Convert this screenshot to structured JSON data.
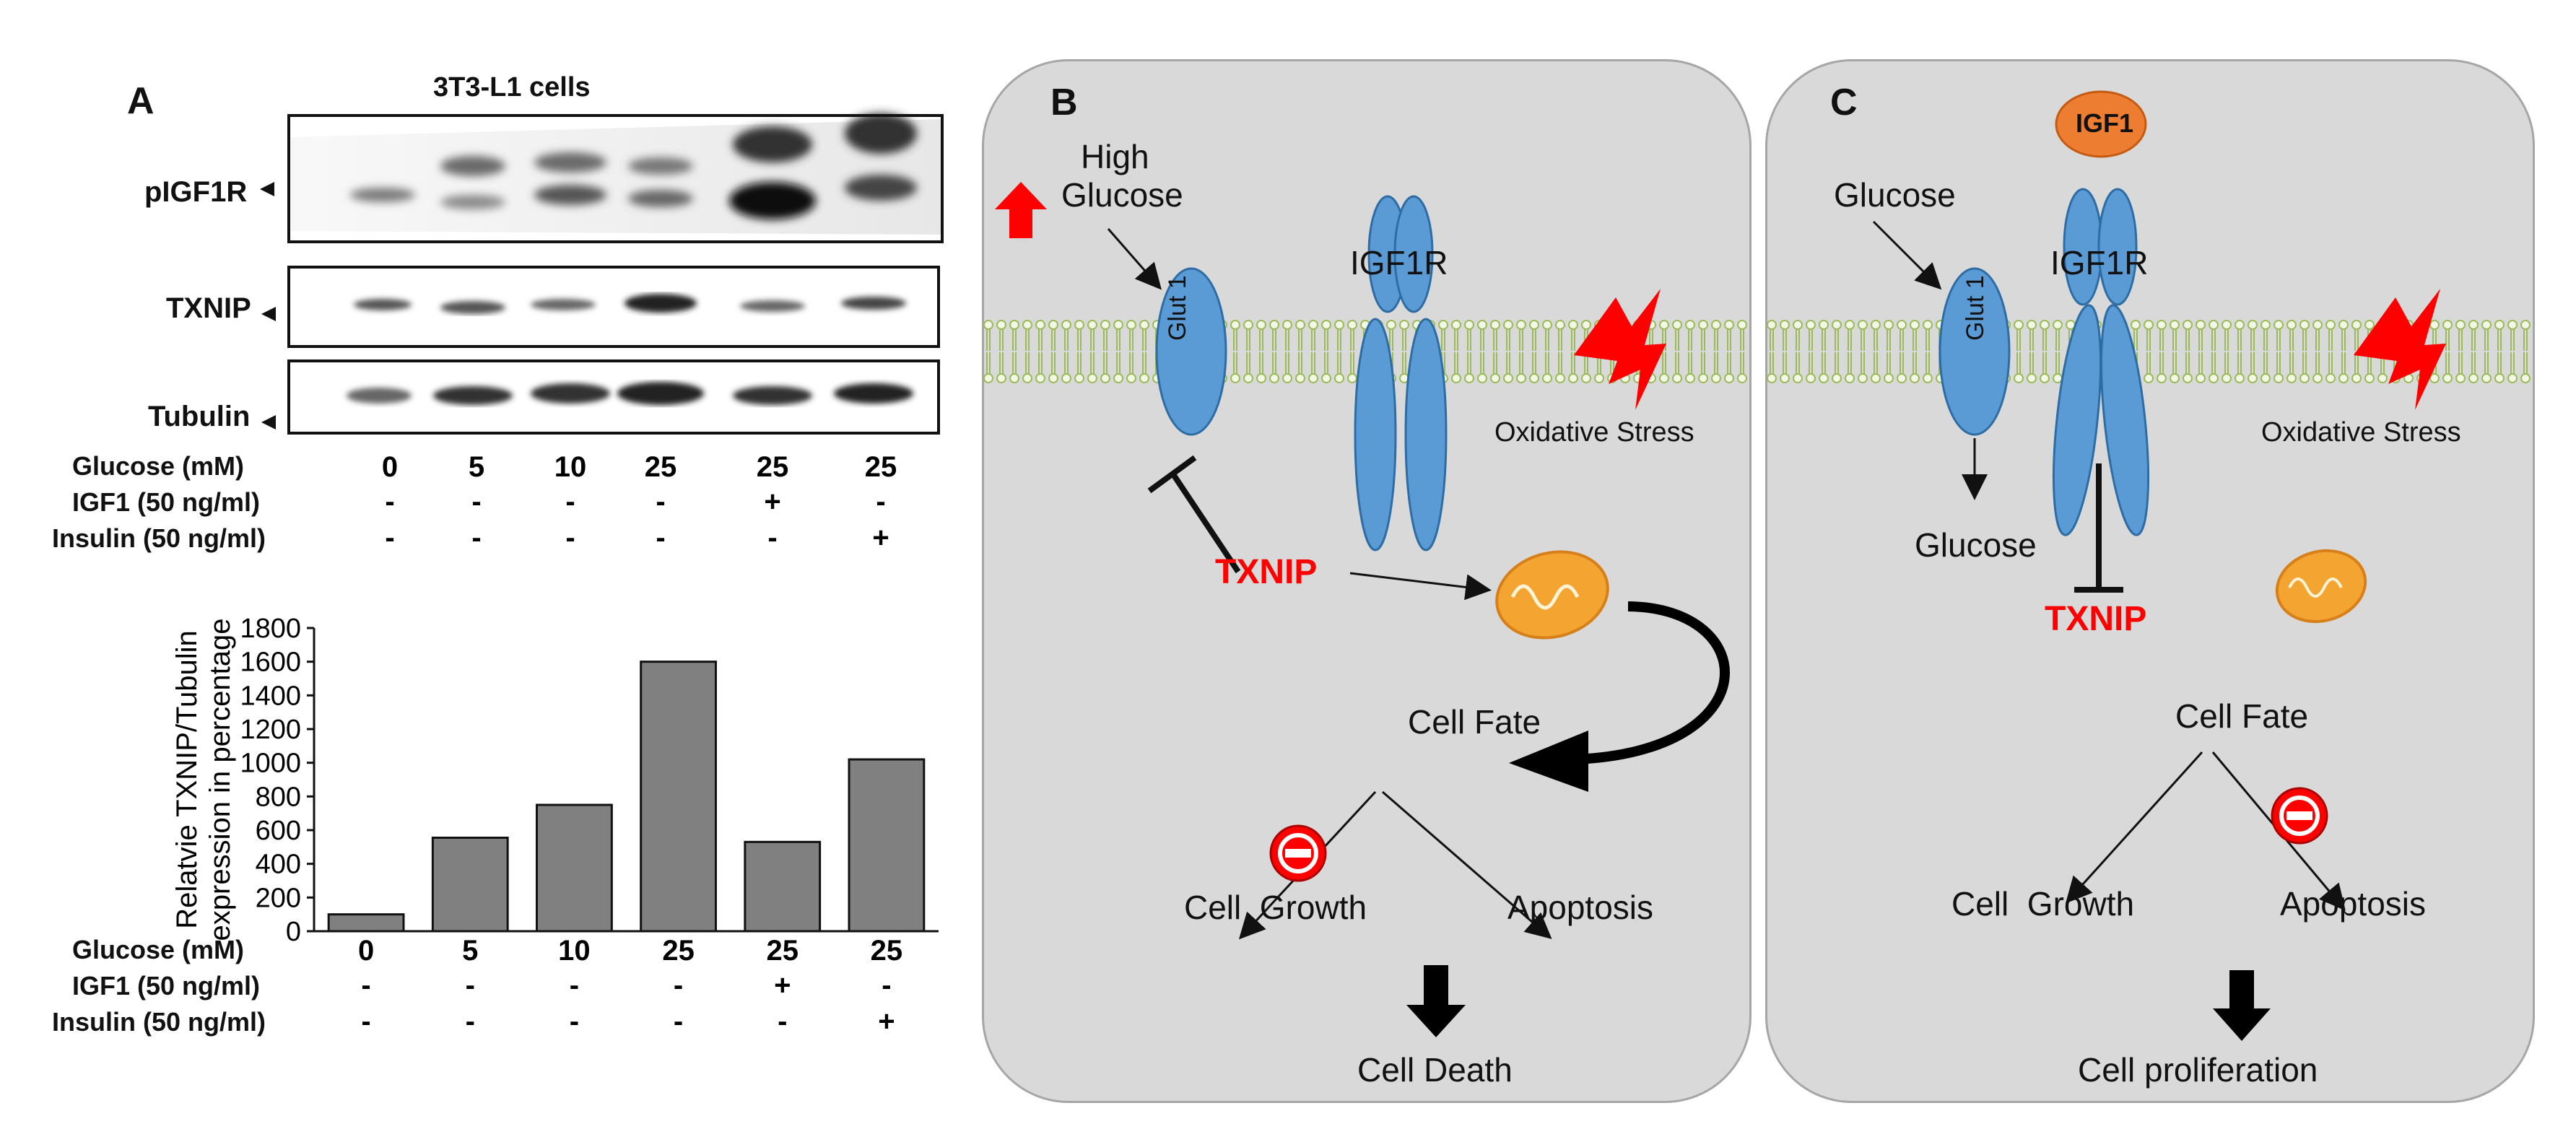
{
  "panel_a": {
    "letter": "A",
    "blot_title": "3T3-L1 cells",
    "blot_labels": [
      "pIGF1R",
      "TXNIP",
      "Tubulin"
    ],
    "conditions": {
      "glucose_label": "Glucose (mM)",
      "igf1_label": "IGF1 (50 ng/ml)",
      "insulin_label": "Insulin (50 ng/ml)",
      "glucose": [
        "0",
        "5",
        "10",
        "25",
        "25",
        "25"
      ],
      "igf1": [
        "-",
        "-",
        "-",
        "-",
        "+",
        "-"
      ],
      "insulin": [
        "-",
        "-",
        "-",
        "-",
        "-",
        "+"
      ]
    }
  },
  "chart_data": {
    "type": "bar",
    "categories": [
      "0",
      "5",
      "10",
      "25",
      "25",
      "25"
    ],
    "values": [
      100,
      555,
      750,
      1600,
      530,
      1020
    ],
    "ylabel_line1": "Relatvie TXNIP/Tubulin",
    "ylabel_line2": "expression in percentage",
    "ylim": [
      0,
      1800
    ],
    "yticks": [
      "0",
      "200",
      "400",
      "600",
      "800",
      "1000",
      "1200",
      "1400",
      "1600",
      "1800"
    ],
    "bar_color": "#808080",
    "grid": false,
    "conditions": {
      "glucose_label": "Glucose (mM)",
      "igf1_label": "IGF1 (50 ng/ml)",
      "insulin_label": "Insulin (50 ng/ml)",
      "glucose": [
        "0",
        "5",
        "10",
        "25",
        "25",
        "25"
      ],
      "igf1": [
        "-",
        "-",
        "-",
        "-",
        "+",
        "-"
      ],
      "insulin": [
        "-",
        "-",
        "-",
        "-",
        "-",
        "+"
      ]
    }
  },
  "panel_b": {
    "letter": "B",
    "high": "High",
    "glucose": "Glucose",
    "glut1": "Glut 1",
    "igf1r": "IGF1R",
    "oxidative_stress": "Oxidative Stress",
    "txnip": "TXNIP",
    "cell_fate": "Cell Fate",
    "cell_growth": "Cell  Growth",
    "apoptosis": "Apoptosis",
    "outcome": "Cell Death"
  },
  "panel_c": {
    "letter": "C",
    "igf1": "IGF1",
    "glucose_top": "Glucose",
    "glut1": "Glut 1",
    "igf1r": "IGF1R",
    "oxidative_stress": "Oxidative Stress",
    "glucose_bottom": "Glucose",
    "txnip": "TXNIP",
    "cell_fate": "Cell Fate",
    "cell_growth": "Cell  Growth",
    "apoptosis": "Apoptosis",
    "outcome": "Cell proliferation"
  },
  "colors": {
    "panel_bg": "#d9d9d9",
    "receptor_blue": "#5b9bd5",
    "txnip_red": "#ff0000",
    "igf1_orange": "#ed7d31",
    "membrane_green": "#9bbb59",
    "mito_orange": "#f4a430"
  }
}
